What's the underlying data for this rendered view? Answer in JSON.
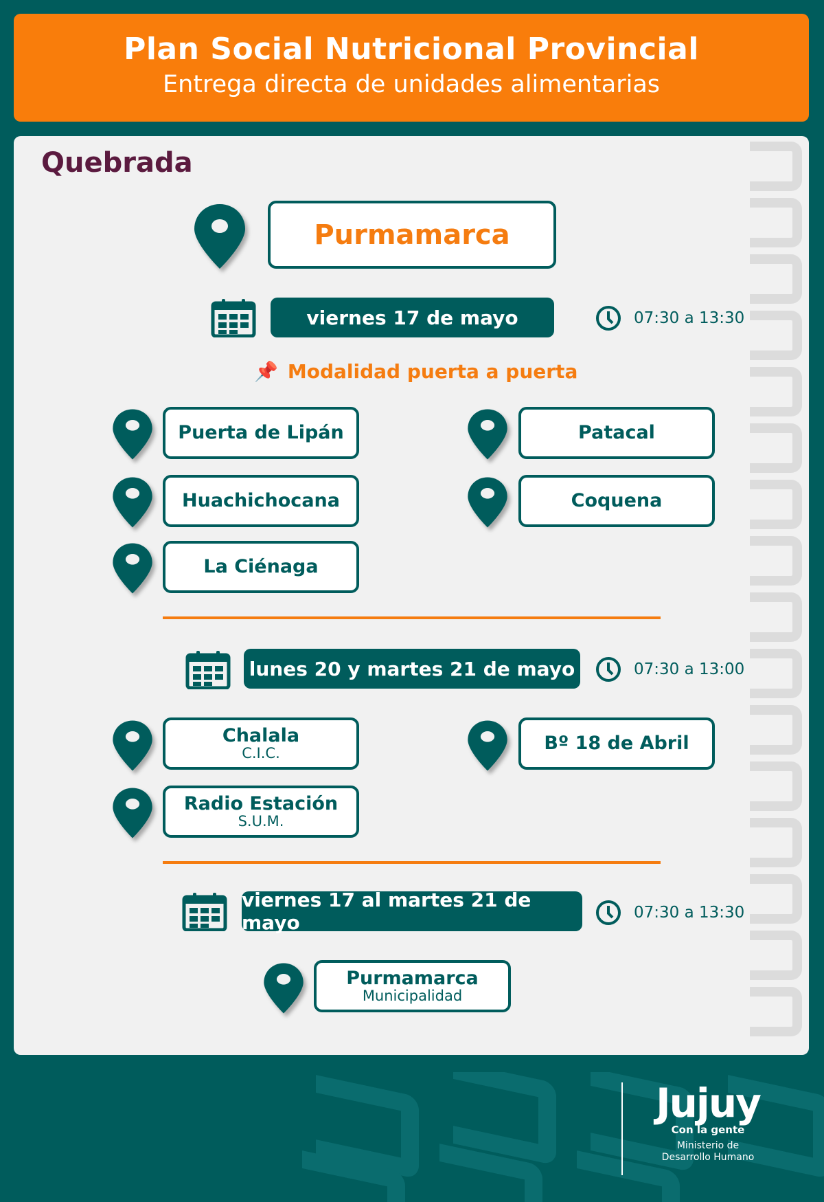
{
  "header": {
    "title": "Plan Social Nutricional Provincial",
    "subtitle": "Entrega directa de unidades alimentarias"
  },
  "region": "Quebrada",
  "main_location": "Purmamarca",
  "modality": "Modalidad puerta a puerta",
  "schedules": [
    {
      "date": "viernes 17 de mayo",
      "time": "07:30 a 13:30",
      "locations": [
        {
          "name": "Puerta de Lipán"
        },
        {
          "name": "Patacal"
        },
        {
          "name": "Huachichocana"
        },
        {
          "name": "Coquena"
        },
        {
          "name": "La Ciénaga"
        }
      ]
    },
    {
      "date": "lunes 20 y martes 21 de mayo",
      "time": "07:30 a 13:00",
      "locations": [
        {
          "name": "Chalala",
          "sub": "C.I.C."
        },
        {
          "name": "Bº 18 de Abril"
        },
        {
          "name": "Radio Estación",
          "sub": "S.U.M."
        }
      ]
    },
    {
      "date": "viernes 17 al martes 21 de mayo",
      "time": "07:30 a 13:30",
      "locations": [
        {
          "name": "Purmamarca",
          "sub": "Municipalidad"
        }
      ]
    }
  ],
  "footer": {
    "logo": "Jujuy",
    "slogan": "Con la gente",
    "ministry_line1": "Ministerio de",
    "ministry_line2": "Desarrollo Humano"
  },
  "colors": {
    "teal": "#005c5c",
    "orange": "#f97d0b",
    "region": "#5b1a3f"
  }
}
